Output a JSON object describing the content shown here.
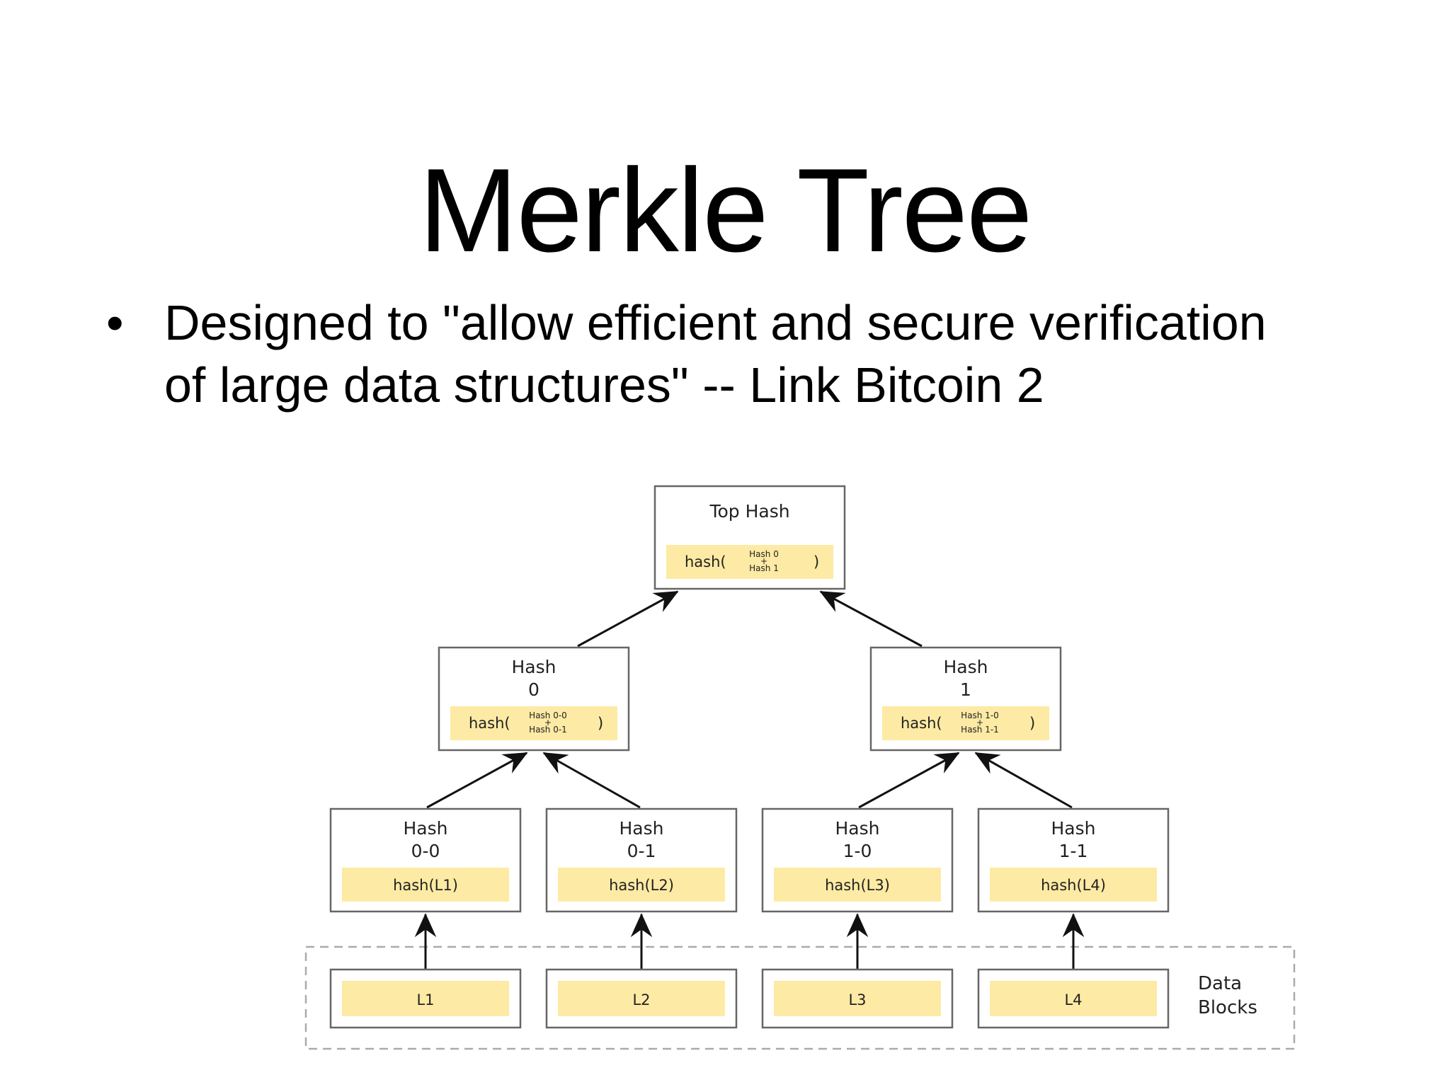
{
  "slide": {
    "title": "Merkle Tree",
    "bullets": [
      {
        "marker": "•",
        "lines": [
          "Designed to \"allow efficient and secure verification",
          "of large data structures\" -- Link Bitcoin 2"
        ]
      }
    ]
  },
  "diagram": {
    "colors": {
      "box_border": "#666666",
      "hash_fill": "#fdeaa4",
      "arrow": "#111111",
      "group_border": "#aaaaaa"
    },
    "top": {
      "title": "Top Hash",
      "hash_prefix": "hash(",
      "hash_inputs": [
        "Hash 0",
        "Hash 1"
      ],
      "hash_suffix": ")"
    },
    "mid": [
      {
        "title_lines": [
          "Hash",
          "0"
        ],
        "hash_prefix": "hash(",
        "hash_inputs": [
          "Hash 0-0",
          "Hash 0-1"
        ],
        "hash_suffix": ")"
      },
      {
        "title_lines": [
          "Hash",
          "1"
        ],
        "hash_prefix": "hash(",
        "hash_inputs": [
          "Hash 1-0",
          "Hash 1-1"
        ],
        "hash_suffix": ")"
      }
    ],
    "leaves": [
      {
        "title_lines": [
          "Hash",
          "0-0"
        ],
        "hash": "hash(L1)"
      },
      {
        "title_lines": [
          "Hash",
          "0-1"
        ],
        "hash": "hash(L2)"
      },
      {
        "title_lines": [
          "Hash",
          "1-0"
        ],
        "hash": "hash(L3)"
      },
      {
        "title_lines": [
          "Hash",
          "1-1"
        ],
        "hash": "hash(L4)"
      }
    ],
    "data_blocks": [
      "L1",
      "L2",
      "L3",
      "L4"
    ],
    "data_blocks_label": [
      "Data",
      "Blocks"
    ],
    "plus_glyph": "+"
  }
}
